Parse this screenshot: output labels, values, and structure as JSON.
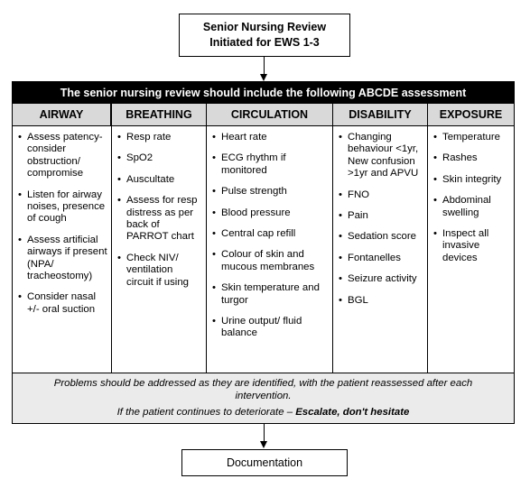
{
  "top_box": {
    "line1": "Senior Nursing Review",
    "line2": "Initiated for EWS 1-3"
  },
  "banner": "The senior nursing review should include the following ABCDE assessment",
  "columns": [
    {
      "header": "AIRWAY",
      "items": [
        "Assess patency- consider obstruction/ compromise",
        "Listen for airway noises, presence of cough",
        "Assess artificial airways if present (NPA/ tracheostomy)",
        "Consider nasal +/- oral suction"
      ]
    },
    {
      "header": "BREATHING",
      "items": [
        "Resp rate",
        "SpO2",
        "Auscultate",
        "Assess for resp distress as per back of PARROT chart",
        "Check NIV/ ventilation circuit if using"
      ]
    },
    {
      "header": "CIRCULATION",
      "items": [
        "Heart rate",
        "ECG rhythm if monitored",
        "Pulse strength",
        "Blood pressure",
        "Central cap refill",
        "Colour of skin and mucous membranes",
        "Skin temperature and turgor",
        "Urine output/ fluid balance"
      ]
    },
    {
      "header": "DISABILITY",
      "items": [
        "Changing behaviour <1yr, New confusion >1yr and APVU",
        "FNO",
        "Pain",
        "Sedation score",
        "Fontanelles",
        "Seizure activity",
        "BGL"
      ]
    },
    {
      "header": "EXPOSURE",
      "items": [
        "Temperature",
        "Rashes",
        "Skin integrity",
        "Abdominal swelling",
        "Inspect all invasive devices"
      ]
    }
  ],
  "footer": {
    "line1": "Problems should be addressed as they are identified, with the patient reassessed after each intervention.",
    "line2_prefix": "If the patient continues to deteriorate – ",
    "line2_emphasis": "Escalate, don't hesitate"
  },
  "bottom_box": "Documentation"
}
